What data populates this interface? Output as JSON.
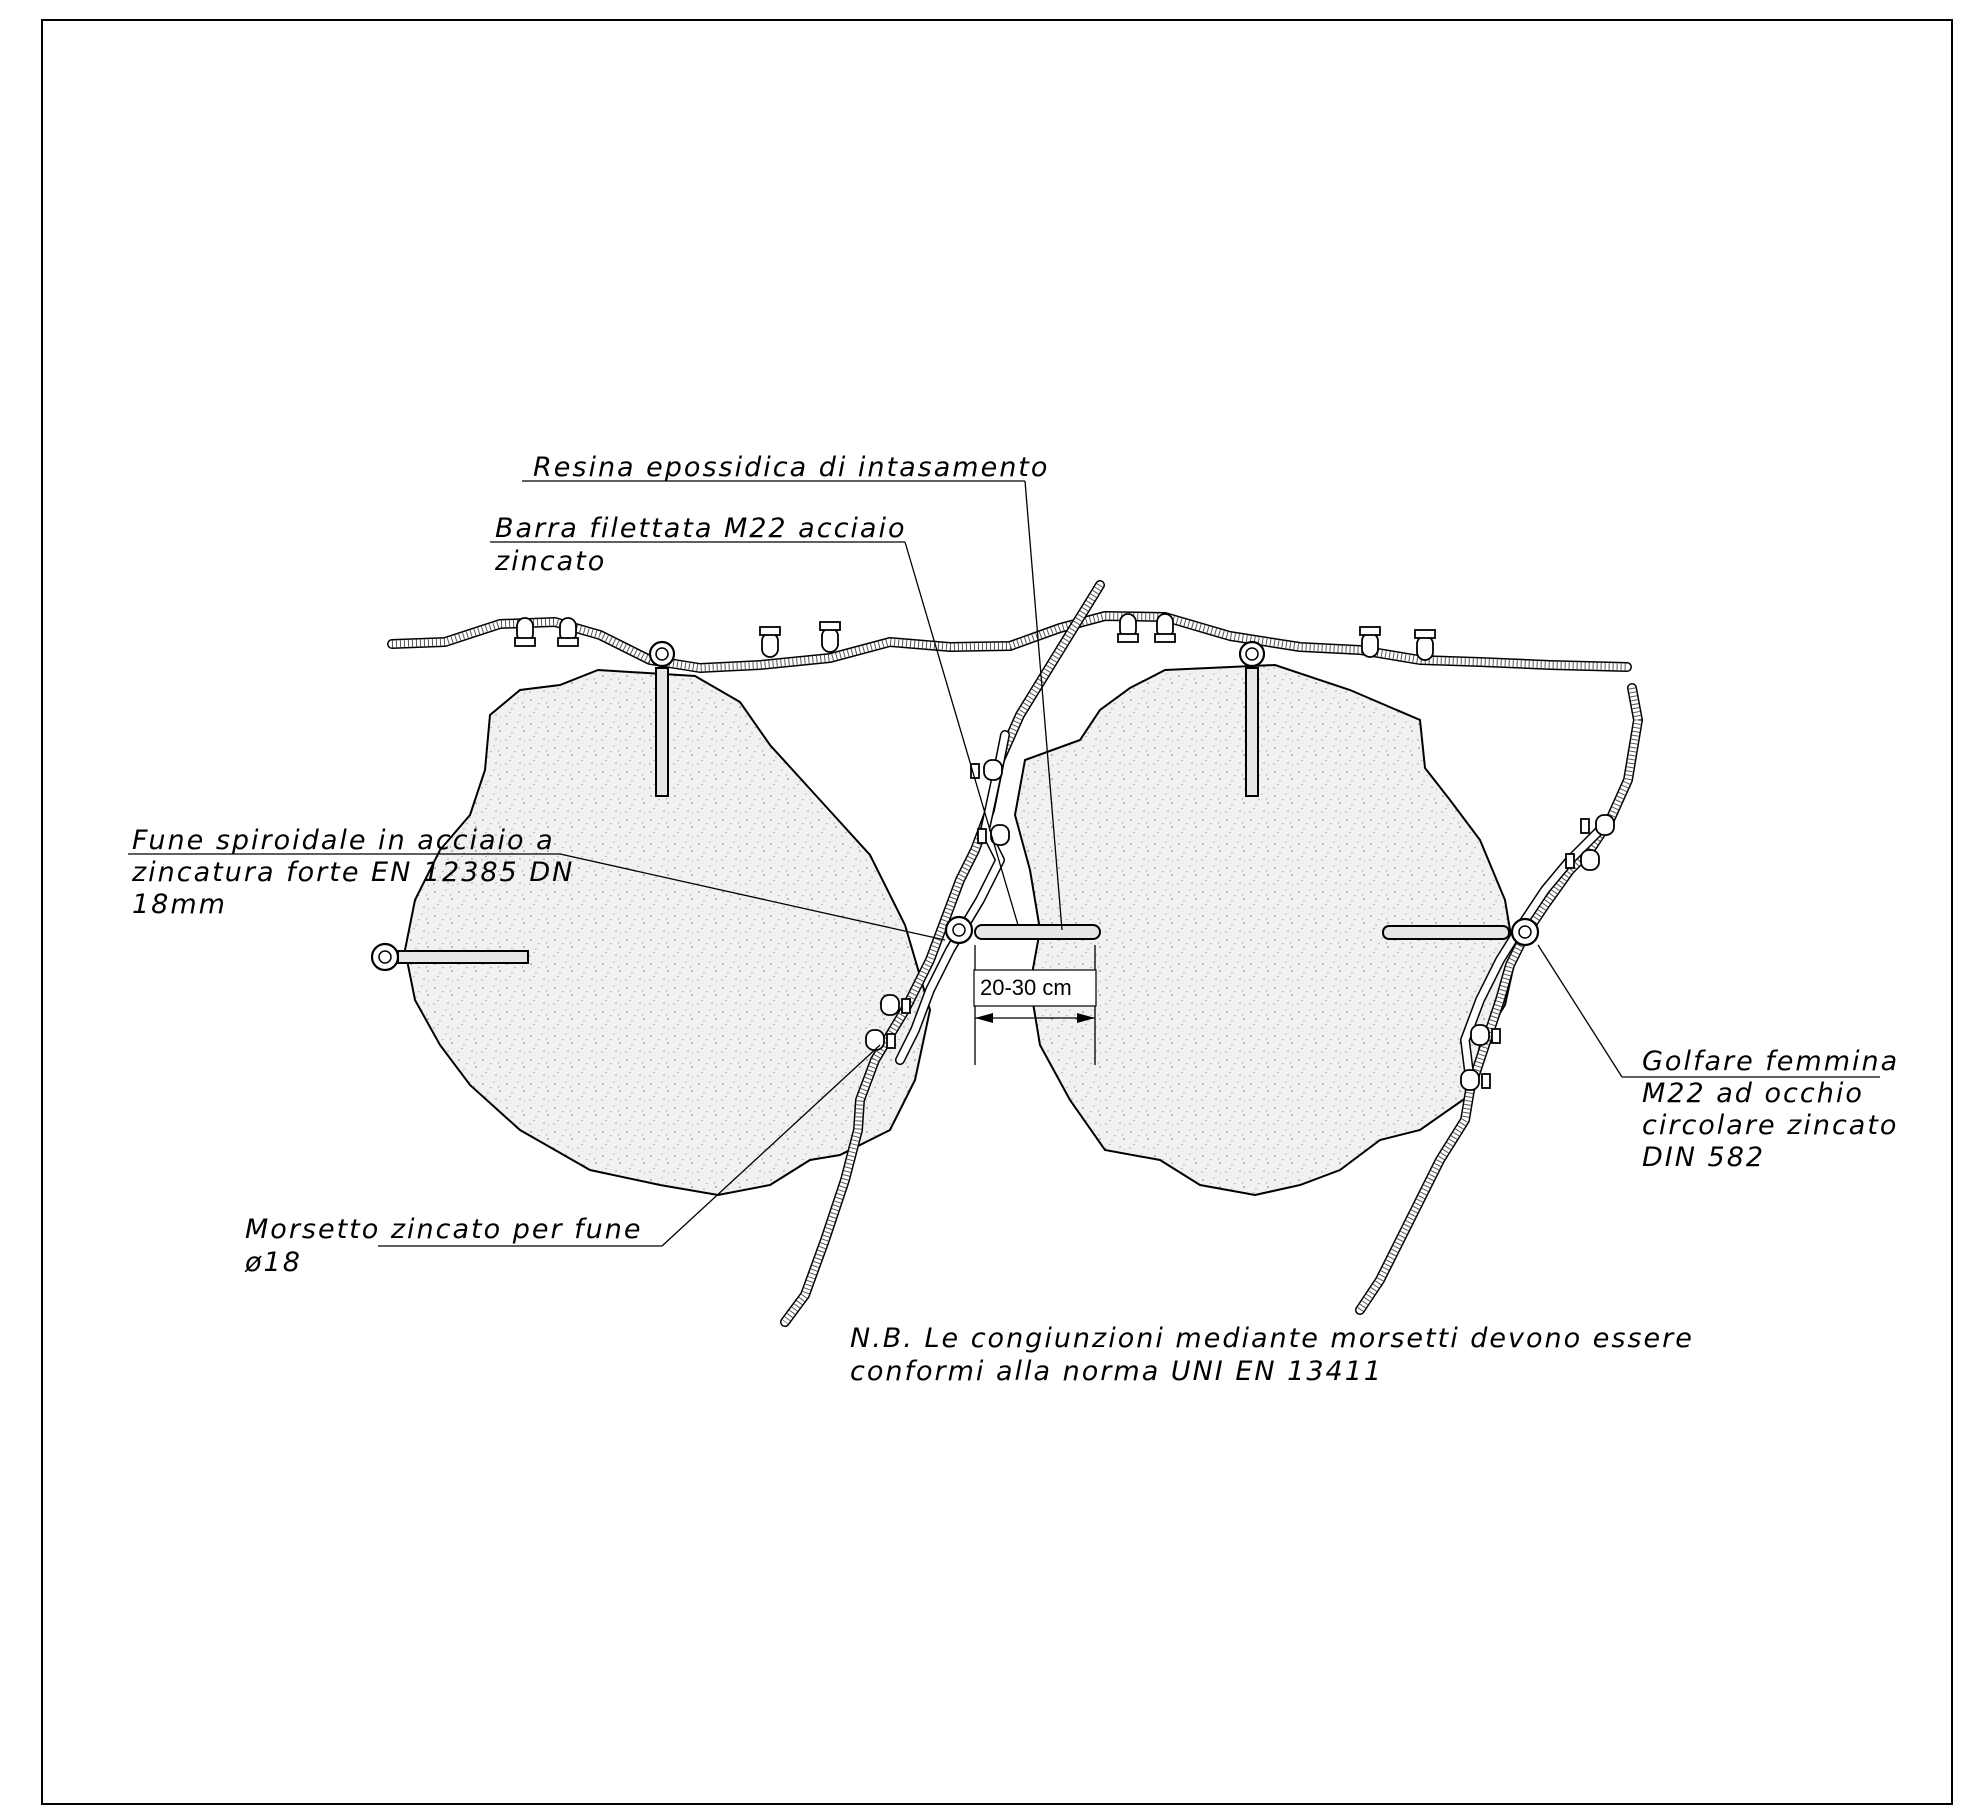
{
  "labels": {
    "resina": "Resina epossidica di intasamento",
    "barra_line1": "Barra filettata M22 acciaio",
    "barra_line2": "zincato",
    "fune_line1": "Fune spiroidale in acciaio a",
    "fune_line2": "zincatura forte EN 12385 DN",
    "fune_line3": "18mm",
    "morsetto_line1": "Morsetto  zincato per fune",
    "morsetto_line2": "ø18",
    "golfare_line1": "Golfare femmina",
    "golfare_line2": "M22 ad occhio",
    "golfare_line3": "circolare zincato",
    "golfare_line4": "DIN 582"
  },
  "dimension": {
    "spacing": "20-30 cm"
  },
  "note": {
    "line1": "N.B. Le congiunzioni mediante morsetti devono essere",
    "line2": "conformi alla norma UNI EN 13411"
  },
  "colors": {
    "line": "#000000",
    "background": "#ffffff",
    "concrete_fill": "#efefef"
  }
}
